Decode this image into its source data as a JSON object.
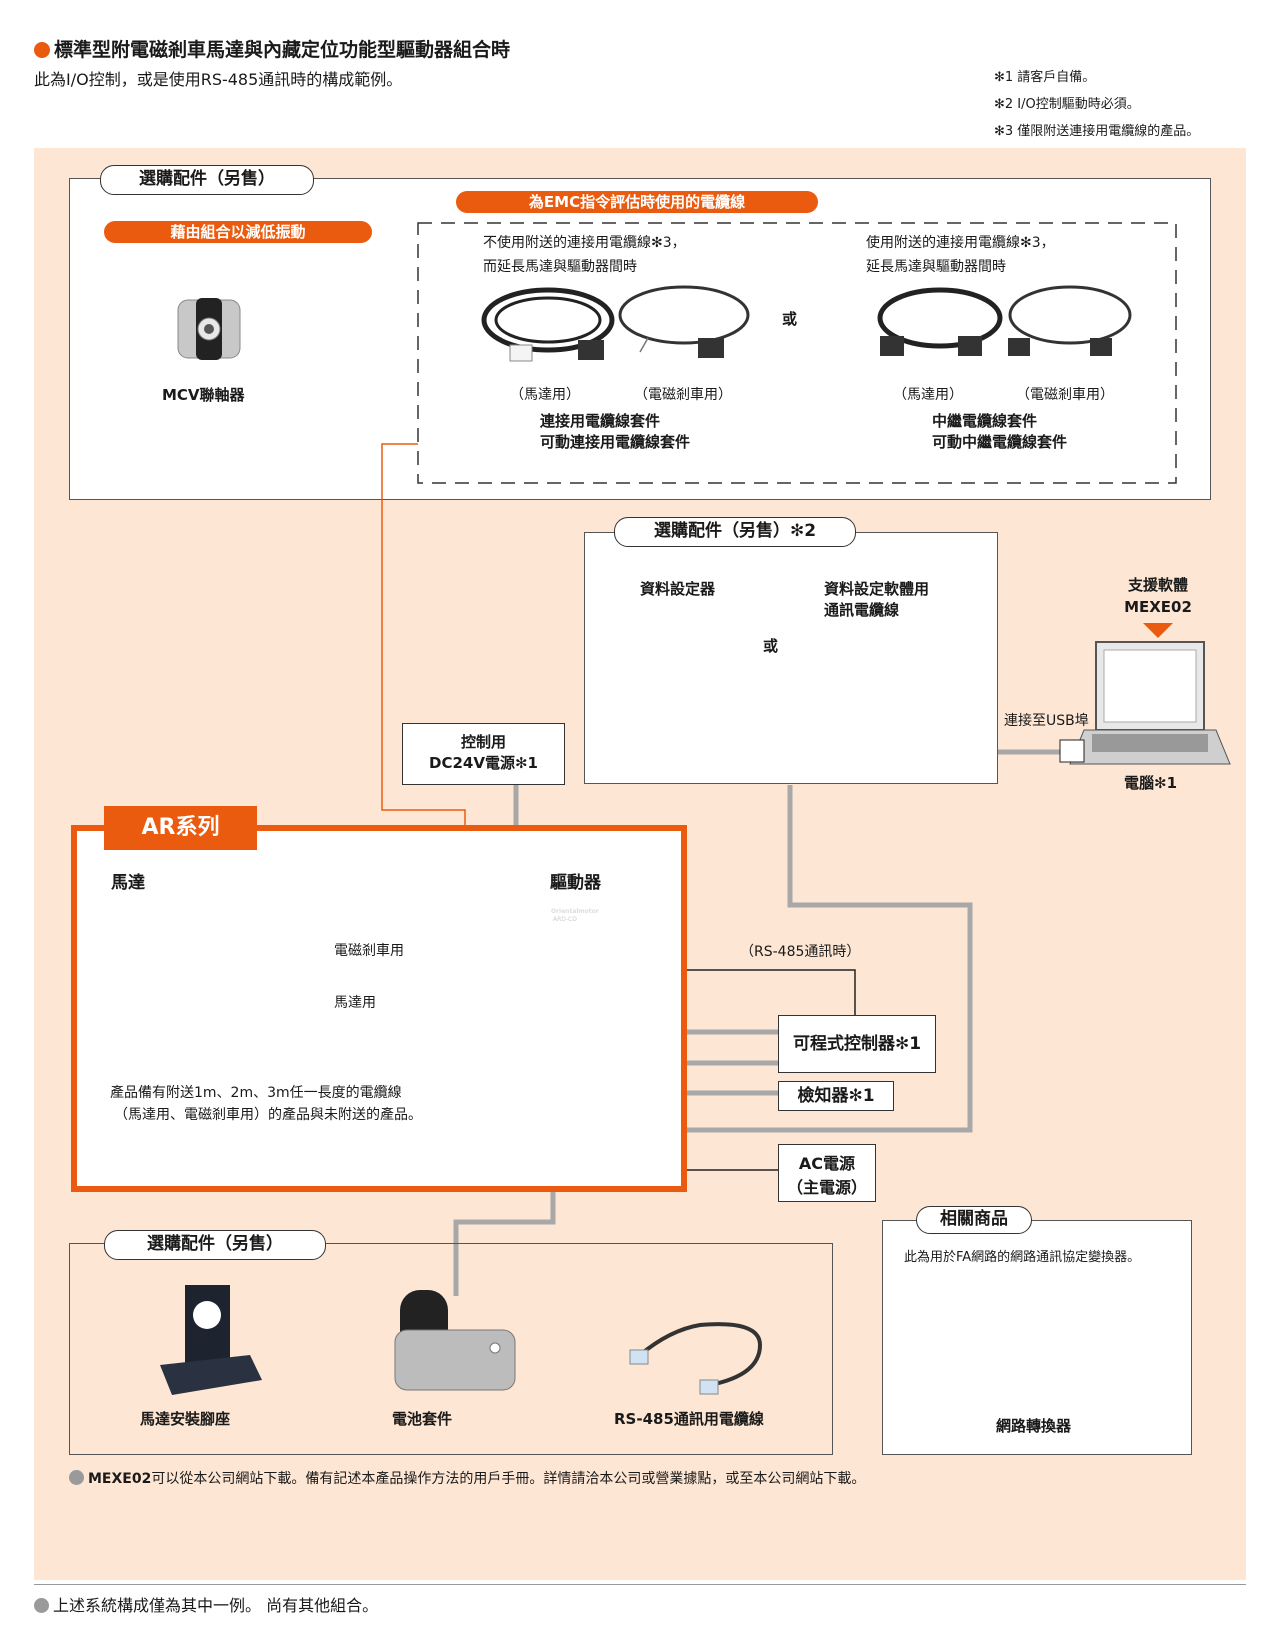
{
  "header": {
    "title": "標準型附電磁剎車馬達與內藏定位功能型驅動器組合時",
    "subtitle": "此為I/O控制，或是使用RS-485通訊時的構成範例。"
  },
  "notes": [
    "✻1 請客戶自備。",
    "✻2 I/O控制驅動時必須。",
    "✻3 僅限附送連接用電纜線的產品。"
  ],
  "top_section": {
    "label": "選購配件（另售）",
    "vibration_label": "藉由組合以減低振動",
    "coupling_name": "MCV聯軸器",
    "emc_label": "為EMC指令評估時使用的電纜線",
    "left_group": {
      "desc_line1": "不使用附送的連接用電纜線",
      "sup": "✻3",
      "desc_line1_end": "，",
      "desc_line2": "而延長馬達與驅動器間時",
      "cap_motor": "（馬達用）",
      "cap_brake": "（電磁剎車用）",
      "kit1": "連接用電纜線套件",
      "kit2": "可動連接用電纜線套件"
    },
    "or1": "或",
    "right_group": {
      "desc_line1": "使用附送的連接用電纜線",
      "sup": "✻3",
      "desc_line1_end": "，",
      "desc_line2": "延長馬達與驅動器間時",
      "cap_motor": "（馬達用）",
      "cap_brake": "（電磁剎車用）",
      "kit1": "中繼電纜線套件",
      "kit2": "可動中繼電纜線套件"
    }
  },
  "mid_section": {
    "label": "選購配件（另售）",
    "label_sup": "✻2",
    "data_setter": "資料設定器",
    "or": "或",
    "cable_line1": "資料設定軟體用",
    "cable_line2": "通訊電纜線"
  },
  "software": {
    "line1": "支援軟體",
    "line2": "MEXE02",
    "usb": "連接至USB埠",
    "pc": "電腦",
    "pc_sup": "✻1"
  },
  "dc_power": {
    "line1": "控制用",
    "line2": "DC24V電源",
    "sup": "✻1"
  },
  "ar": {
    "tab": "AR系列",
    "motor": "馬達",
    "driver": "驅動器",
    "brake_label": "電磁剎車用",
    "motor_label": "馬達用",
    "note_line1": "產品備有附送1m、2m、3m任一長度的電纜線",
    "note_line2": "（馬達用、電磁剎車用）的產品與未附送的產品。",
    "driver_brand": "Orientalmotor",
    "driver_model": "ARD-CD"
  },
  "right_devices": {
    "rs485": "（RS-485通訊時）",
    "plc": "可程式控制器",
    "plc_sup": "✻1",
    "sensor": "檢知器",
    "sensor_sup": "✻1",
    "ac_line1": "AC電源",
    "ac_line2": "（主電源）"
  },
  "bottom_section": {
    "label": "選購配件（另售）",
    "mount": "馬達安裝腳座",
    "battery": "電池套件",
    "rs485_cable": "RS-485通訊用電纜線"
  },
  "related": {
    "label": "相關商品",
    "desc": "此為用於FA網路的網路通訊協定變換器。",
    "name": "網路轉換器"
  },
  "footer": {
    "mexe_bold": "MEXE02",
    "mexe_text": "可以從本公司網站下載。備有記述本產品操作方法的用戶手冊。詳情請洽本公司或營業據點，或至本公司網站下載。",
    "bottom": "上述系統構成僅為其中一例。 尚有其他組合。"
  },
  "colors": {
    "accent": "#ea5b10",
    "panel": "#fde6d4",
    "cable": "#a8a8a8"
  }
}
